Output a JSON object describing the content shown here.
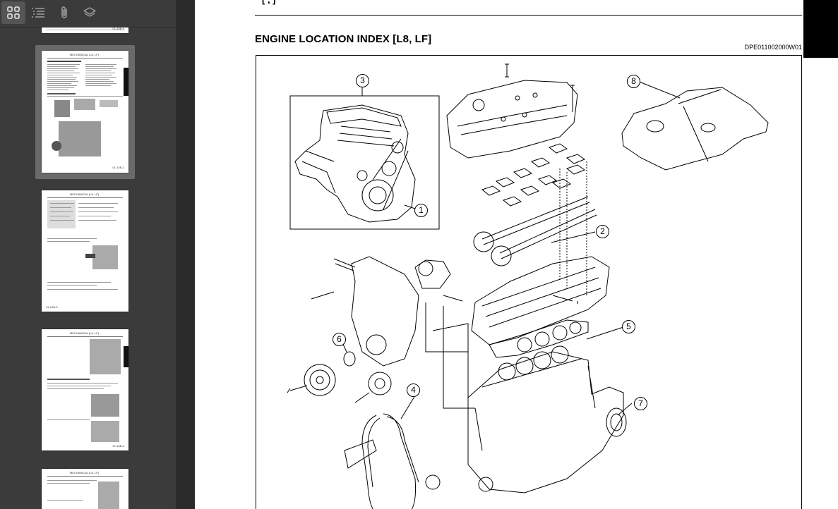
{
  "toolbar": {
    "buttons": [
      {
        "name": "thumbnails",
        "icon": "grid-icon",
        "active": true
      },
      {
        "name": "outline",
        "icon": "list-icon",
        "active": false
      },
      {
        "name": "attachments",
        "icon": "paperclip-icon",
        "active": false
      },
      {
        "name": "layers",
        "icon": "layers-icon",
        "active": false
      }
    ]
  },
  "thumbnails": [
    {
      "page": 1,
      "selected": false
    },
    {
      "page": 2,
      "selected": true
    },
    {
      "page": 3,
      "selected": false
    },
    {
      "page": 4,
      "selected": false
    },
    {
      "page": 5,
      "selected": false
    }
  ],
  "document": {
    "top_code": "[ , ]",
    "title": "ENGINE LOCATION INDEX [L8, LF]",
    "doc_id": "DPE011002000W01",
    "callouts": [
      "1",
      "2",
      "3",
      "4",
      "5",
      "6",
      "7",
      "8"
    ]
  },
  "colors": {
    "sidebar_bg": "#3b3b3b",
    "viewer_bg": "#2b2b2b",
    "page_bg": "#ffffff",
    "selection_frame": "#6a6a6a"
  }
}
